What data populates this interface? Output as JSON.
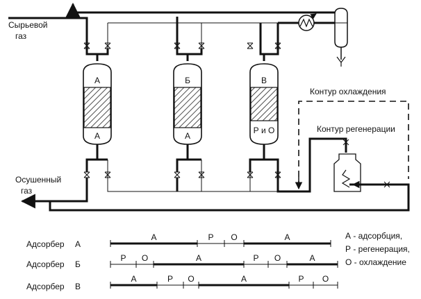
{
  "labels": {
    "raw_gas": [
      "Сырьевой",
      "газ"
    ],
    "dried_gas": [
      "Осушенный",
      "газ"
    ],
    "cooling_loop": "Контур охлаждения",
    "regen_loop": "Контур регенерации"
  },
  "vessels": [
    {
      "top": "А",
      "bottom": "А"
    },
    {
      "top": "Б",
      "bottom": "А"
    },
    {
      "top": "В",
      "bottom": "Р и О"
    }
  ],
  "schedule": {
    "rows": [
      {
        "name": "Адсорбер",
        "letter": "А"
      },
      {
        "name": "Адсорбер",
        "letter": "Б"
      },
      {
        "name": "Адсорбер",
        "letter": "В"
      }
    ],
    "legend": [
      "А - адсорбция,",
      "Р - регенерация,",
      "О - охлаждение"
    ],
    "segments": [
      [
        {
          "label": "А",
          "weight": "thick"
        },
        {
          "label": "Р",
          "weight": "thin"
        },
        {
          "label": "О",
          "weight": "thin"
        },
        {
          "label": "А",
          "weight": "thick"
        }
      ],
      [
        {
          "label": "Р",
          "weight": "thin"
        },
        {
          "label": "О",
          "weight": "thin"
        },
        {
          "label": "А",
          "weight": "thick"
        },
        {
          "label": "Р",
          "weight": "thin"
        },
        {
          "label": "О",
          "weight": "thin"
        },
        {
          "label": "А",
          "weight": "thick"
        }
      ],
      [
        {
          "label": "А",
          "weight": "thick"
        },
        {
          "label": "Р",
          "weight": "thin"
        },
        {
          "label": "О",
          "weight": "thin"
        },
        {
          "label": "А",
          "weight": "thick"
        },
        {
          "label": "Р",
          "weight": "thin"
        },
        {
          "label": "О",
          "weight": "thin"
        }
      ]
    ]
  }
}
